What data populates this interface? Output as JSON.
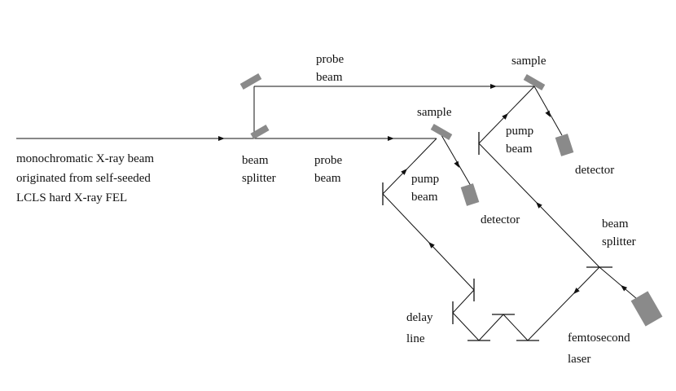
{
  "labels": {
    "source": [
      "monochromatic X-ray beam",
      "originated from self-seeded",
      "LCLS hard X-ray FEL"
    ],
    "beam_splitter_left": [
      "beam",
      "splitter"
    ],
    "probe_beam_upper": [
      "probe",
      "beam"
    ],
    "probe_beam_lower": [
      "probe",
      "beam"
    ],
    "sample_upper": "sample",
    "sample_lower": "sample",
    "pump_beam_upper": [
      "pump",
      "beam"
    ],
    "pump_beam_lower": [
      "pump",
      "beam"
    ],
    "detector_upper": "detector",
    "detector_lower": "detector",
    "beam_splitter_right": [
      "beam",
      "splitter"
    ],
    "delay_line": [
      "delay",
      "line"
    ],
    "laser": [
      "femtosecond",
      "laser"
    ]
  },
  "colors": {
    "line": "#111111",
    "component": "#8a8a8a",
    "background": "#ffffff"
  }
}
